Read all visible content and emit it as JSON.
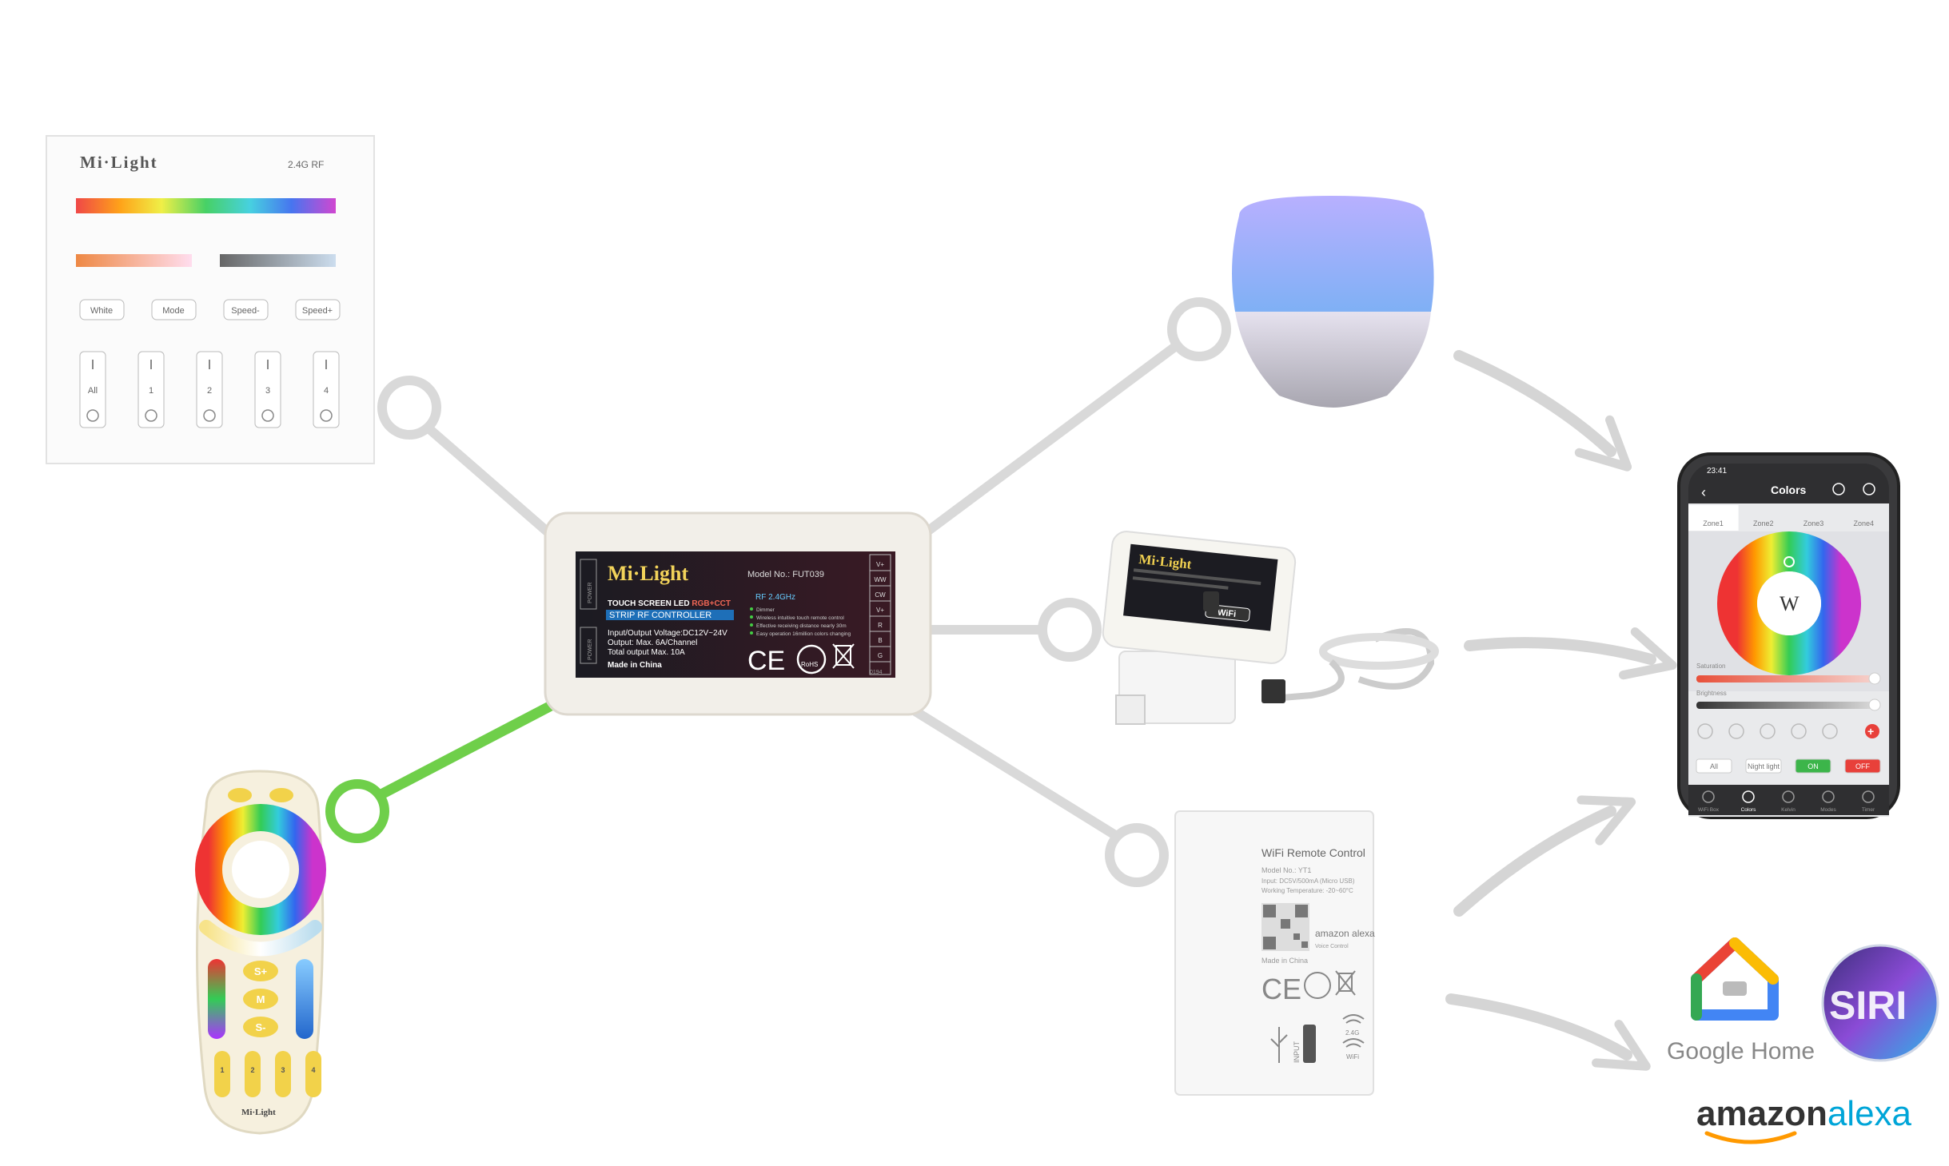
{
  "wall_panel": {
    "brand": "Mi·Light",
    "rf": "2.4G RF",
    "buttons": [
      "White",
      "Mode",
      "Speed-",
      "Speed+"
    ],
    "zones": [
      "All",
      "1",
      "2",
      "3",
      "4"
    ]
  },
  "controller": {
    "brand": "Mi·Light",
    "model": "Model No.: FUT039",
    "rf_badge": "RF 2.4GHz",
    "line1_prefix": "TOUCH SCREEN LED",
    "line1_suffix": "RGB+CCT",
    "line2": "STRIP RF CONTROLLER",
    "features": [
      "Dimmer",
      "Wireless intuitive touch remote control",
      "Effective receiving distance nearly 30m",
      "Easy operation 16million colors changing"
    ],
    "specs": [
      "Input/Output Voltage:DC12V~24V",
      "Output: Max. 6A/Channel",
      "Total output Max. 10A"
    ],
    "origin": "Made in China",
    "terminals": [
      "V+",
      "WW",
      "CW",
      "V+",
      "R",
      "B",
      "G"
    ],
    "marks": [
      "CE",
      "RoHS"
    ],
    "side_power": "POWER",
    "side_power2": "POWER",
    "serial": "0194"
  },
  "remote": {
    "brand": "Mi·Light",
    "buttons": [
      "S+",
      "M",
      "S-"
    ],
    "zones": [
      "1",
      "2",
      "3",
      "4"
    ]
  },
  "wifi_box": {
    "brand": "Mi·Light",
    "badge": "WiFi"
  },
  "wifi_remote": {
    "title": "WiFi Remote Control",
    "model": "Model No.: YT1",
    "input": "Input: DC5V/500mA (Micro USB)",
    "temp": "Working Temperature: -20~60°C",
    "origin": "Made in China",
    "alexa": "amazon alexa",
    "voice": "Voice Control",
    "port": "INPUT",
    "band": "2.4G",
    "wifi": "WiFi"
  },
  "phone": {
    "time": "23:41",
    "title": "Colors",
    "zones": [
      "Zone1",
      "Zone2",
      "Zone3",
      "Zone4"
    ],
    "wheel_label": "W",
    "saturation": "Saturation",
    "brightness": "Brightness",
    "buttons": [
      "All",
      "Night light",
      "ON",
      "OFF"
    ],
    "tabs": [
      "WiFi Box",
      "Colors",
      "Kelvin",
      "Modes",
      "Timer"
    ]
  },
  "assistants": {
    "google": "Google Home",
    "siri": "SIRI",
    "alexa_amazon": "amazon",
    "alexa_word": "alexa"
  },
  "colors": {
    "connector_gray": "#d9d9d9",
    "connector_green": "#6fcf4a",
    "arrow_gray": "#d5d5d5",
    "on_green": "#3cb54a",
    "off_red": "#e8403a"
  }
}
